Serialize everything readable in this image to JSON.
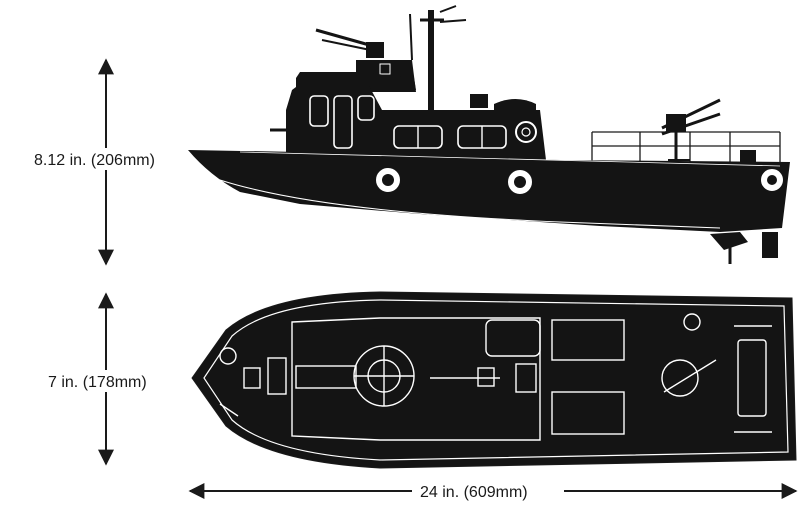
{
  "dimensions": {
    "height_label": "8.12 in. (206mm)",
    "width_label": "7 in. (178mm)",
    "length_label": "24 in. (609mm)"
  },
  "colors": {
    "hull": "#141414",
    "outline": "#1a1a1a",
    "detail": "#ffffff",
    "background": "#ffffff"
  },
  "views": {
    "side": "side-profile",
    "top": "top-plan"
  }
}
